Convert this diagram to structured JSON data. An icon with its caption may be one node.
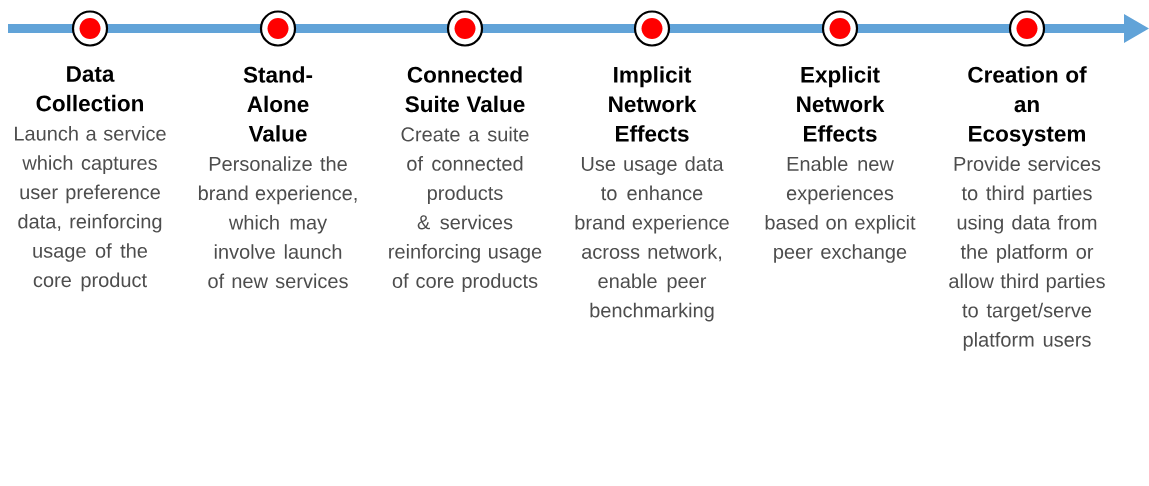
{
  "diagram": {
    "nodes": [
      {
        "text": [
          "Data Collection",
          "Launch a service which captures user preference data, reinforcing usage of the core product"
        ]
      },
      {
        "text": [
          "Stand-Alone Value",
          "Personalize the brand experience, which may involve launch of new services"
        ]
      },
      {
        "text": [
          "Connected Suite Value",
          "Create a suite of connected products & services reinforcing usage of core products"
        ]
      },
      {
        "text": [
          "Implicit Network Effects",
          "Use usage data to enhance brand experience across network, enable peer benchmarking"
        ]
      },
      {
        "text": [
          "Explicit Network Effects",
          "Enable new experiences based on explicit peer exchange"
        ]
      },
      {
        "text": [
          "Creation of an Ecosystem",
          "Provide services to third parties using data from the platform or allow third parties to target/serve platform users"
        ]
      }
    ]
  }
}
